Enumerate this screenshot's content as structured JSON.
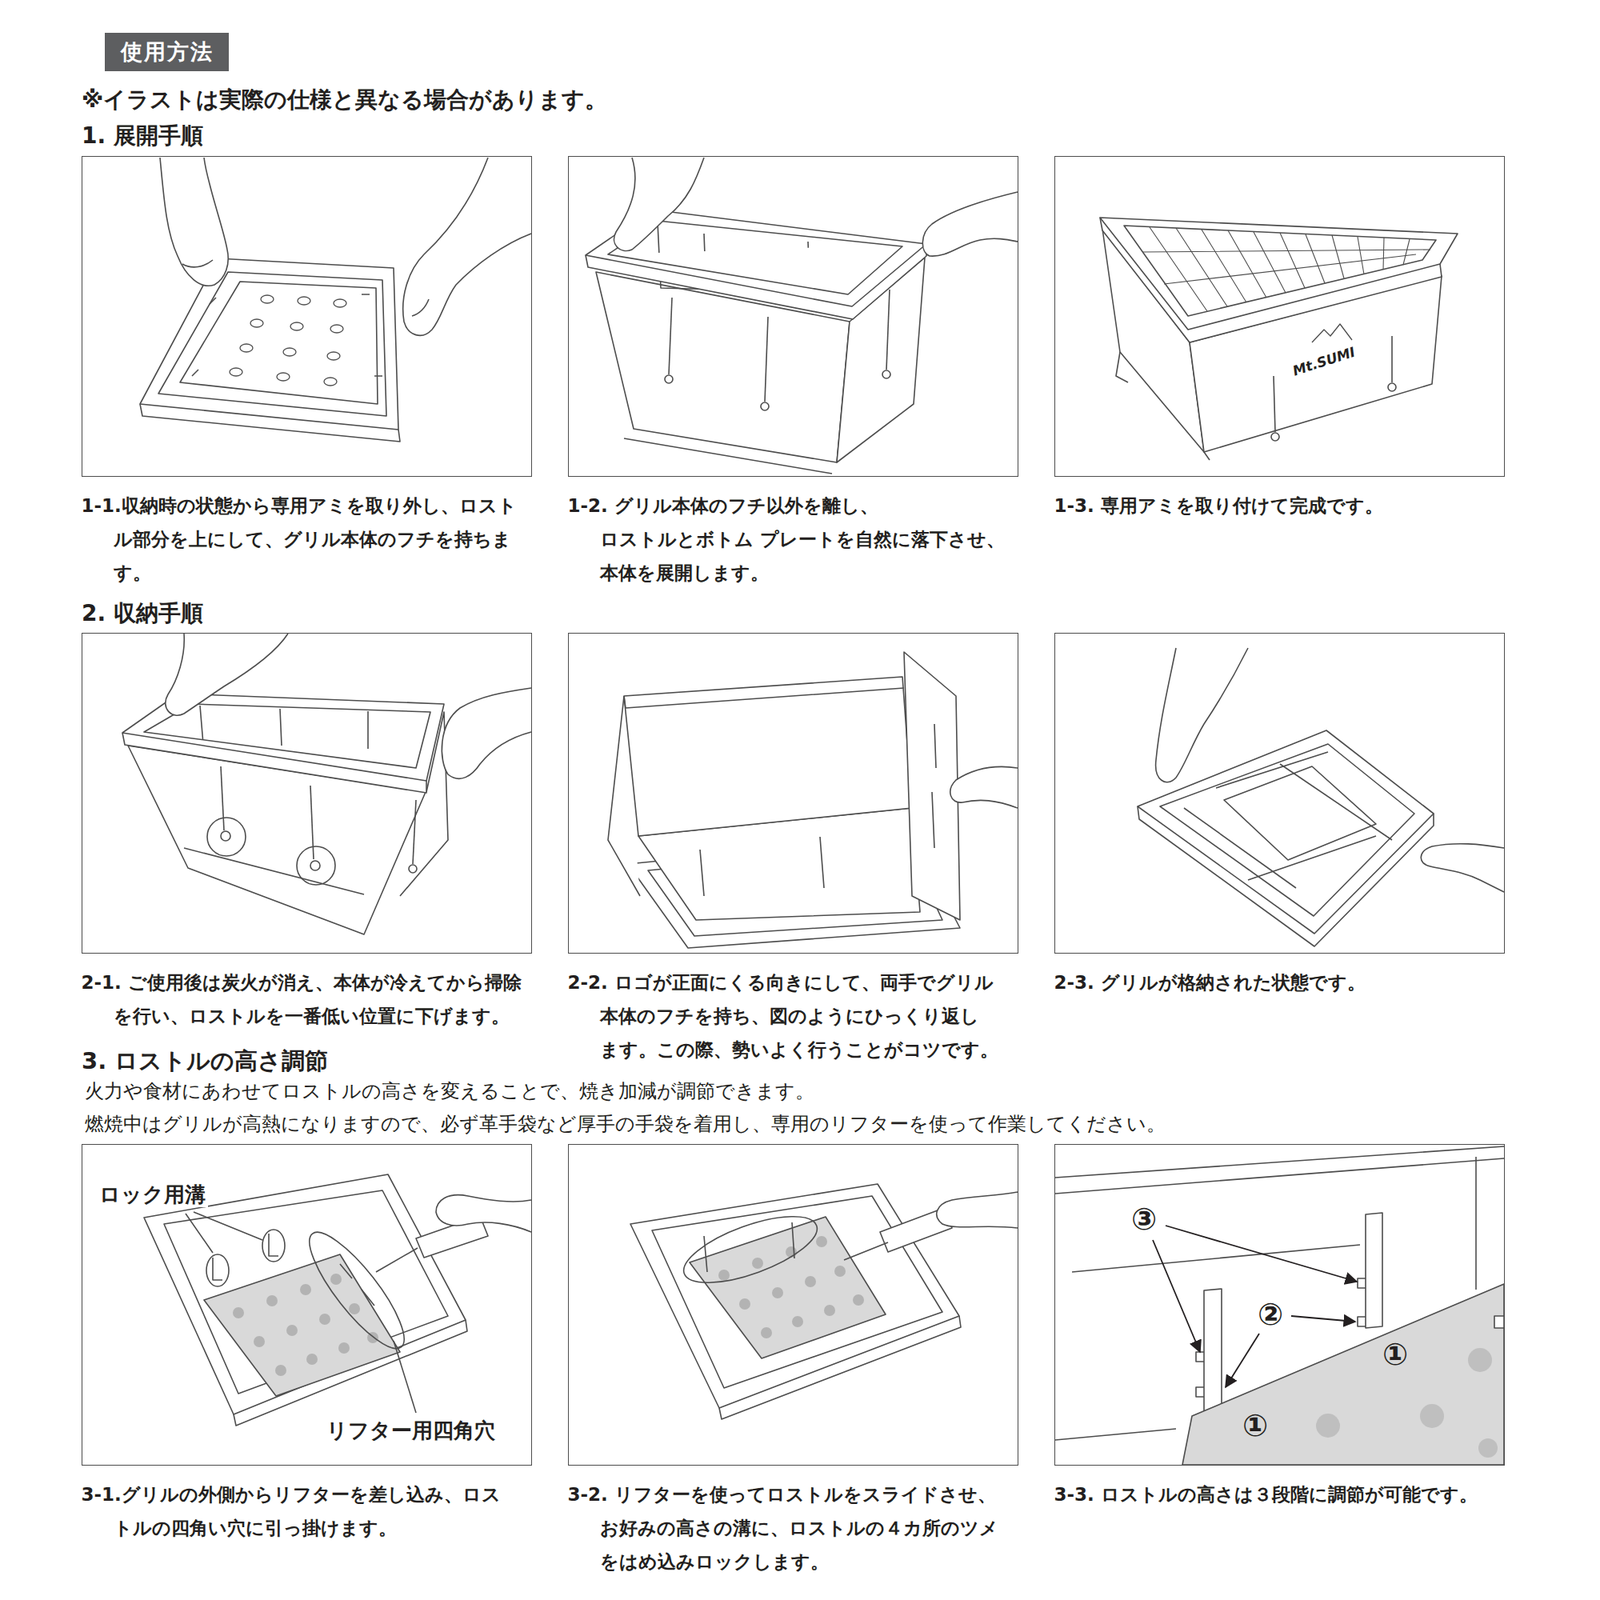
{
  "diagram": {
    "title": "使用方法",
    "nodes": [
      {
        "text": [
          "1-1.収納時の状態から専用アミを取り外し、ロスト ル部分を上にして、グリル本体のフチを持ちま す。"
        ]
      },
      {
        "text": [
          "1-2. グリル本体のフチ以外を離し、ロストルとボトム プレートを自然に落下させ、本体を展開します。"
        ]
      },
      {
        "text": [
          "1-3. 専用アミを取り付けて完成です。"
        ]
      },
      {
        "text": [
          "2-1. ご使用後は炭火が消え、本体が冷えてから掃除 を行い、ロストルを一番低い位置に下げます。"
        ]
      },
      {
        "text": [
          "2-2. ロゴが正面にくる向きにして、両手でグリル 本体のフチを持ち、図のようにひっくり返し ます。この際、勢いよく行うことがコツです。"
        ]
      },
      {
        "text": [
          "2-3. グリルが格納された状態です。"
        ]
      },
      {
        "text": [
          "3-1.グリルの外側からリフターを差し込み、ロス トルの四角い穴に引っ掛けます。"
        ]
      },
      {
        "text": [
          "3-2. リフターを使ってロストルをスライドさせ、 お好みの高さの溝に、ロストルの４カ所のツメ をはめ込みロックします。"
        ]
      },
      {
        "text": [
          "3-3. ロストルの高さは３段階に調節が可能です。"
        ]
      }
    ],
    "labels": [
      "※イラストは実際の仕様と異なる場合があります。",
      "1. 展開手順",
      "Mt.SUMI",
      "2. 収納手順",
      "3. ロストルの高さ調節",
      "火力や食材にあわせてロストルの高さを変えることで、焼き加減が調節できます。",
      "燃焼中はグリルが高熱になりますので、必ず革手袋など厚手の手袋を着用し、専用のリフターを使って作業してください。",
      "ロック用溝",
      "リフター用四角穴",
      "③",
      "②",
      "①",
      "①"
    ]
  }
}
